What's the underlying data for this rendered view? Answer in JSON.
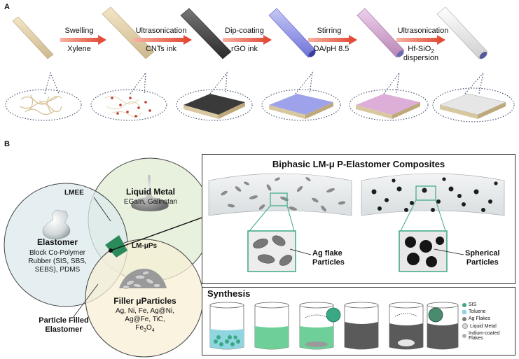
{
  "panel_a": {
    "letter": "A",
    "steps": [
      {
        "top": "Swelling",
        "bottom": "Xylene"
      },
      {
        "top": "Ultrasonication",
        "bottom": "CNTs ink"
      },
      {
        "top": "Dip-coating",
        "bottom": "rGO ink"
      },
      {
        "top": "Stirring",
        "bottom": "DA/pH 8.5"
      },
      {
        "top": "Ultrasonication",
        "bottom": "Hf-SiO",
        "bottom_sub": "2",
        "bottom2": "dispersion"
      }
    ],
    "fiber_colors": [
      "#e6d5b0",
      "#e6d5b0",
      "#4a4a4a",
      "#9a9de8",
      "#d9a8d6",
      "#f2f2f2"
    ]
  },
  "panel_b": {
    "letter": "B",
    "venn": {
      "lmee_label": "LMEE",
      "liquid_metal": {
        "title": "Liquid Metal",
        "desc": "EGaIn, Galinstan"
      },
      "elastomer": {
        "title": "Elastomer",
        "desc": [
          "Block Co-Polymer",
          "Rubber (SIS, SBS,",
          "SEBS), PDMS"
        ]
      },
      "filler": {
        "title": "Filler μParticles",
        "desc": [
          "Ag, Ni, Fe, Ag@Ni,",
          "Ag@Fe, TiC,"
        ],
        "formula": "Fe",
        "formula_sub1": "3",
        "formula_mid": "O",
        "formula_sub2": "4"
      },
      "center": "LM-μPs",
      "particle_filled": [
        "Particle Filled",
        "Elastomer"
      ]
    },
    "composites": {
      "title": "Biphasic LM-μ P-Elastomer Composites",
      "left_label": [
        "Ag flake",
        "Particles"
      ],
      "right_label": [
        "Spherical",
        "Particles"
      ]
    },
    "synthesis": {
      "title": "Synthesis",
      "legend": [
        {
          "label": "SIS",
          "color": "#3aa884"
        },
        {
          "label": "Toluene",
          "color": "#8fd6e0"
        },
        {
          "label": "Ag Flakes",
          "color": "#7a7a7a"
        },
        {
          "label": "Liquid Metal",
          "color": "#d8d8d8"
        },
        {
          "label": "Indium-coated Flakes",
          "color": "#b0b0b0"
        }
      ]
    }
  },
  "colors": {
    "arrow": "#e0402a",
    "lm_circle": "#e4efd8",
    "elastomer_circle": "#dce9ee",
    "filler_circle": "#f7efd6",
    "center_region": "#2a8a5a",
    "green_accent": "#7cc7a0"
  }
}
